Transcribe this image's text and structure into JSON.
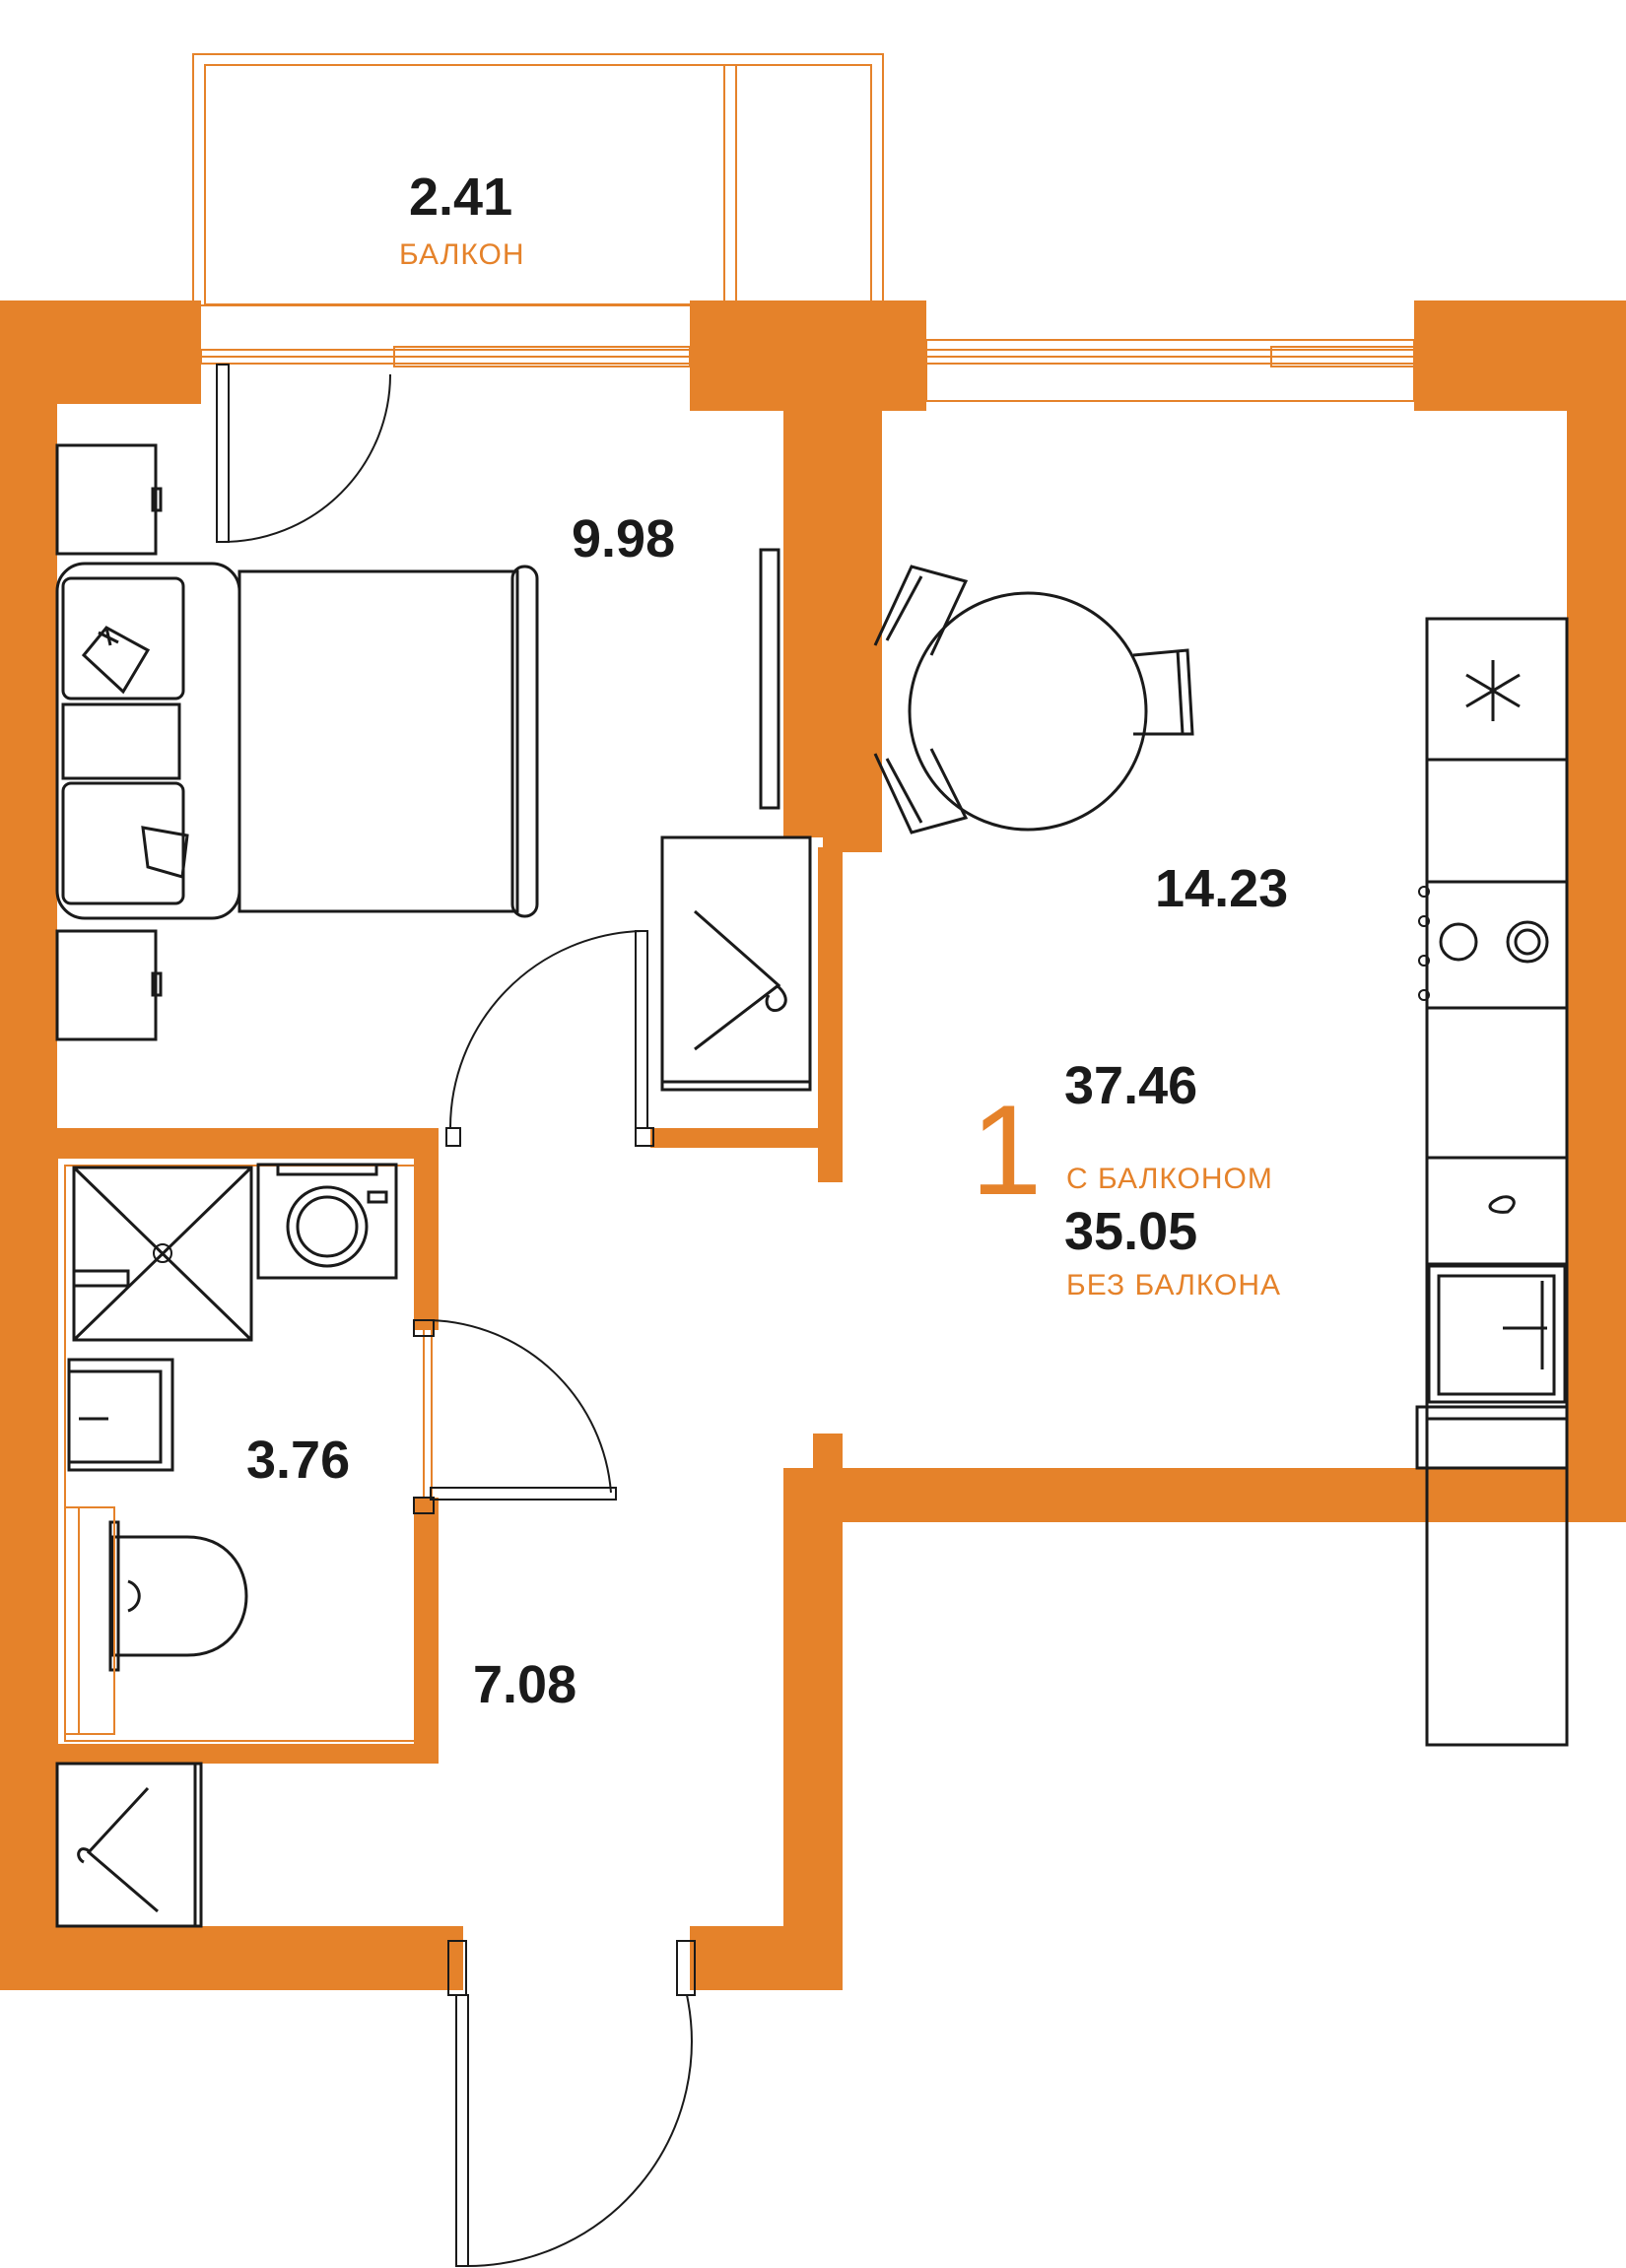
{
  "plan": {
    "rooms": [
      "cabinet",
      "room1",
      "room2",
      "room3",
      "room4"
    ],
    "accent_color": "#E5822A",
    "text_color": "#1a1a1a"
  },
  "balcony": {
    "area": "2.41",
    "label": "БАЛКОН"
  },
  "bedroom": {
    "area": "9.98"
  },
  "kitchen": {
    "area": "14.23"
  },
  "bathroom": {
    "area": "3.76"
  },
  "hallway": {
    "area": "7.08"
  },
  "summary": {
    "rooms_count": "1",
    "total_with_balcony": "37.46",
    "with_balcony_label": "С БАЛКОНОМ",
    "total_without_balcony": "35.05",
    "without_balcony_label": "БЕЗ БАЛКОНА"
  },
  "icons": [
    "bed-icon",
    "pillow-icon",
    "nightstand-icon",
    "wardrobe-icon",
    "hanger-icon",
    "dining-table-icon",
    "chair-icon",
    "fridge-icon",
    "snowflake-icon",
    "stove-icon",
    "sink-icon",
    "shower-icon",
    "washing-machine-icon",
    "toilet-icon",
    "door-swing-icon",
    "window-icon"
  ]
}
